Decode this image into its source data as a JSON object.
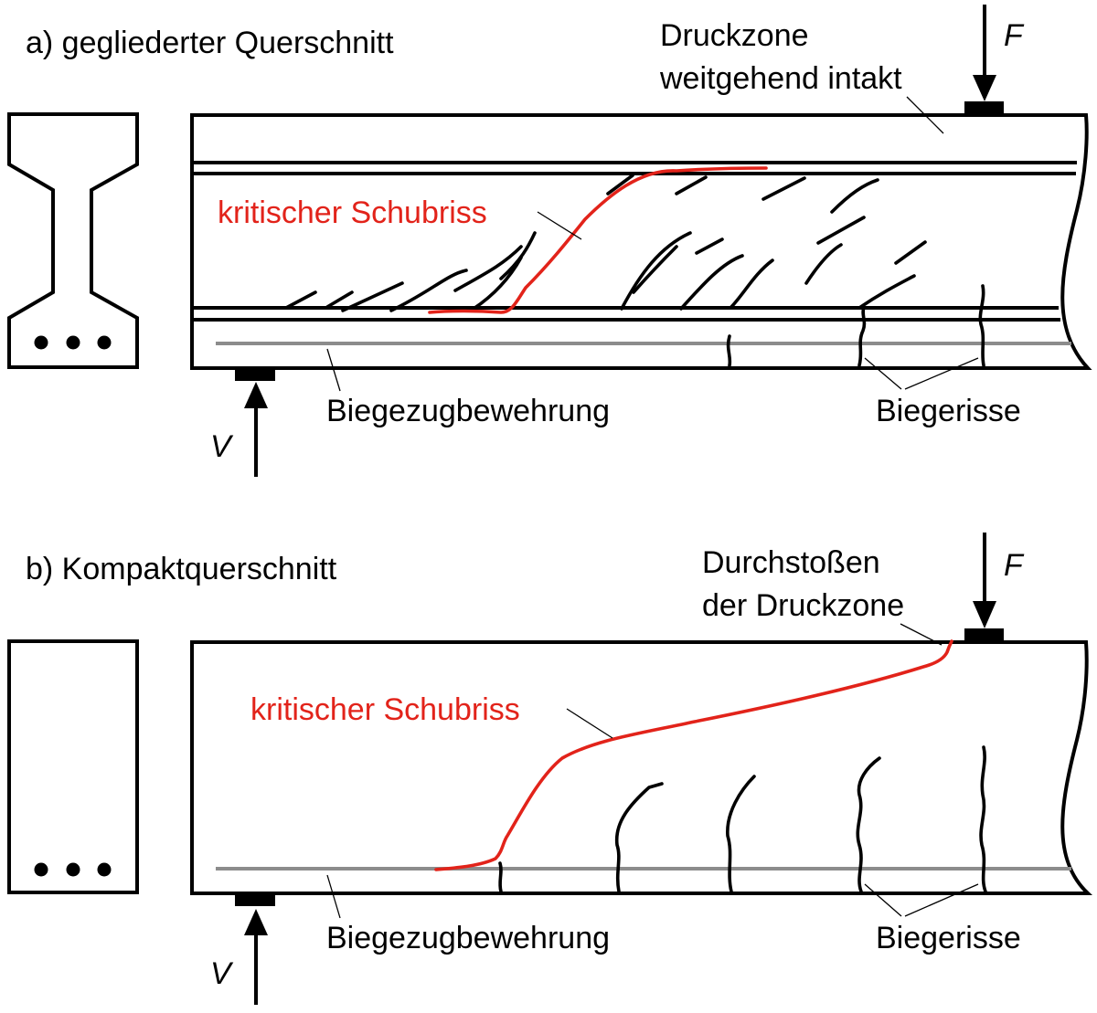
{
  "panel_a": {
    "title": "a) gegliederter Querschnitt",
    "section_shape": "I-section",
    "labels": {
      "compression_zone_line1": "Druckzone",
      "compression_zone_line2": "weitgehend intakt",
      "critical_crack": "kritischer Schubriss",
      "tension_reinforcement": "Biegezugbewehrung",
      "flexural_cracks": "Biegerisse",
      "force": "F",
      "support_reaction": "V"
    }
  },
  "panel_b": {
    "title": "b) Kompaktquerschnitt",
    "section_shape": "rectangle",
    "labels": {
      "punching_line1": "Durchstoßen",
      "punching_line2": "der Druckzone",
      "critical_crack": "kritischer Schubriss",
      "tension_reinforcement": "Biegezugbewehrung",
      "flexural_cracks": "Biegerisse",
      "force": "F",
      "support_reaction": "V"
    }
  },
  "colors": {
    "critical_crack": "#e2231a",
    "reinforcement": "#8c8c8c",
    "lines": "#000000"
  }
}
